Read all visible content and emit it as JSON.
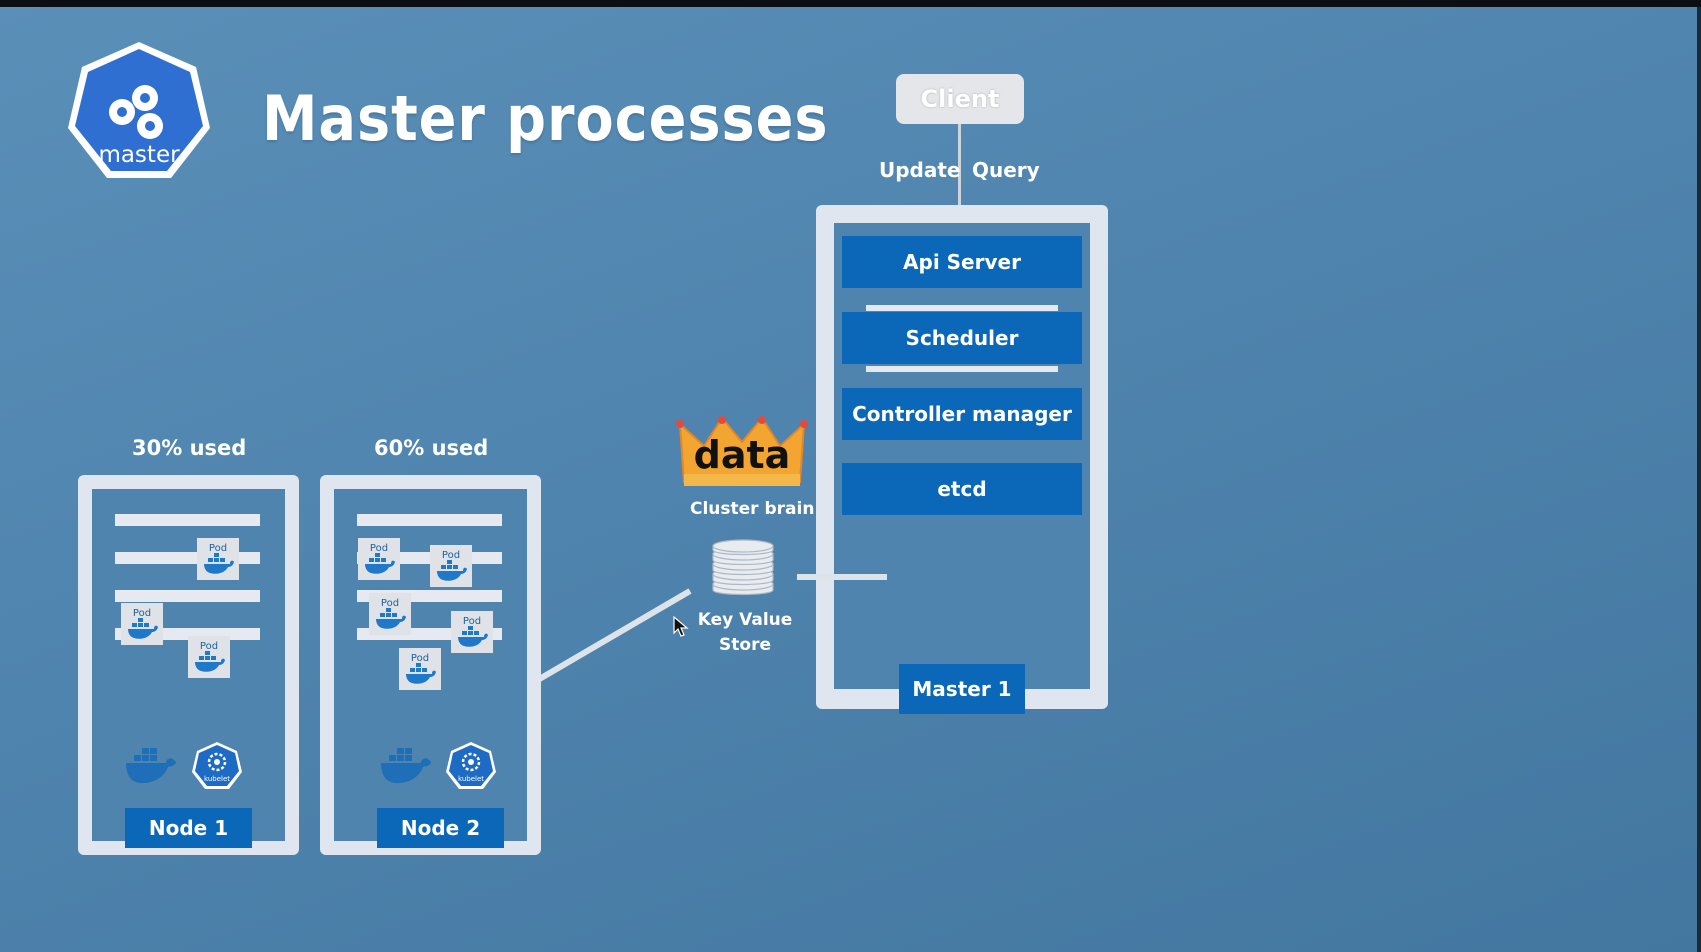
{
  "title": "Master processes",
  "logo": {
    "label": "master",
    "icon": "kubernetes-master-icon"
  },
  "client": {
    "label": "Client",
    "edges": {
      "update": "Update",
      "query": "Query"
    }
  },
  "master": {
    "label": "Master 1",
    "processes": {
      "api_server": "Api Server",
      "scheduler": "Scheduler",
      "controller_manager": "Controller manager",
      "etcd": "etcd"
    }
  },
  "etcd_detail": {
    "crown_text": "data",
    "caption": "Cluster brain",
    "store_line1": "Key Value",
    "store_line2": "Store"
  },
  "nodes": [
    {
      "label": "Node 1",
      "usage": "30% used",
      "pod_label": "Pod",
      "kubelet_label": "kubelet"
    },
    {
      "label": "Node 2",
      "usage": "60% used",
      "pod_label": "Pod",
      "kubelet_label": "kubelet"
    }
  ],
  "colors": {
    "accent_blue": "#0b67b8",
    "frame": "#dfe6ef",
    "background": "#4f84ae"
  }
}
